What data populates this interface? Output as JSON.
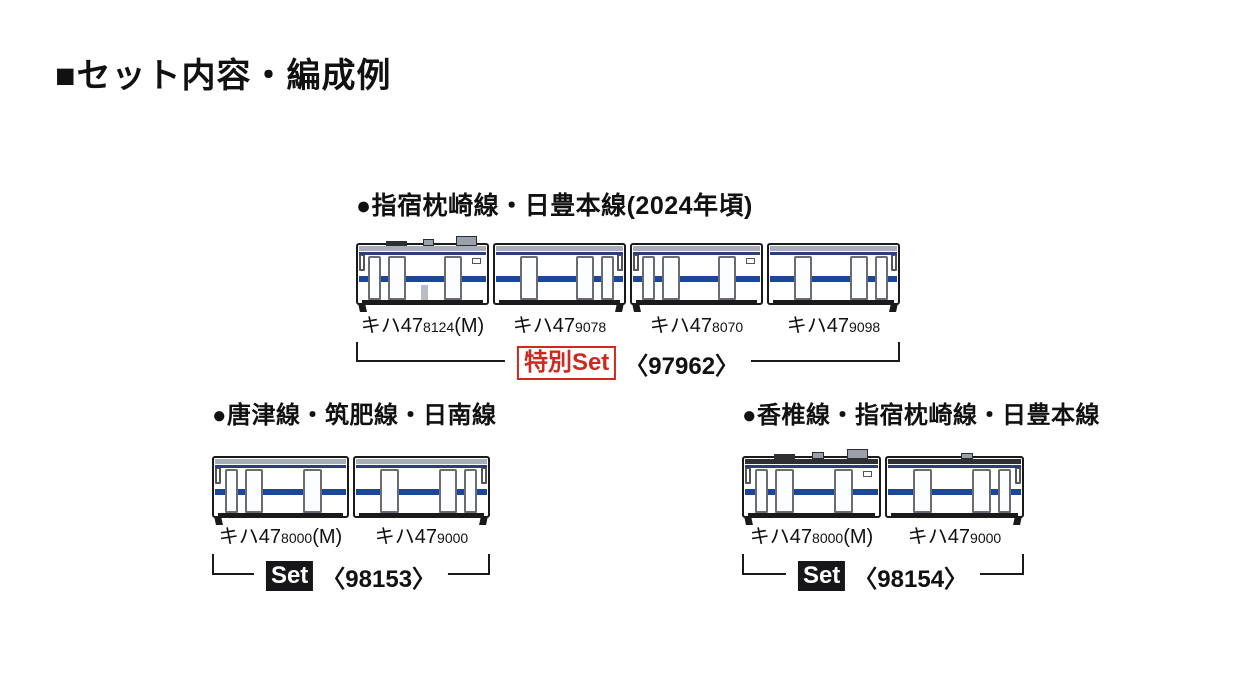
{
  "page": {
    "title": "■セット内容・編成例"
  },
  "sets": [
    {
      "line_title": "●指宿枕崎線・日豊本線(2024年頃)",
      "cars": [
        {
          "series": "キハ47",
          "number": "8124",
          "suffix": "(M)"
        },
        {
          "series": "キハ47",
          "number": "9078",
          "suffix": ""
        },
        {
          "series": "キハ47",
          "number": "8070",
          "suffix": ""
        },
        {
          "series": "キハ47",
          "number": "9098",
          "suffix": ""
        }
      ],
      "set_badge": "特別Set",
      "set_number": "〈97962〉"
    },
    {
      "line_title": "●唐津線・筑肥線・日南線",
      "cars": [
        {
          "series": "キハ47",
          "number": "8000",
          "suffix": "(M)"
        },
        {
          "series": "キハ47",
          "number": "9000",
          "suffix": ""
        }
      ],
      "set_badge": "Set",
      "set_number": "〈98153〉"
    },
    {
      "line_title": "●香椎線・指宿枕崎線・日豊本線",
      "cars": [
        {
          "series": "キハ47",
          "number": "8000",
          "suffix": "(M)"
        },
        {
          "series": "キハ47",
          "number": "9000",
          "suffix": ""
        }
      ],
      "set_badge": "Set",
      "set_number": "〈98154〉"
    }
  ],
  "colors": {
    "outline": "#1a1a1a",
    "roof-gray": "#a9adb5",
    "roof-box": "#9aa0aa",
    "navy-line": "#2a3f78",
    "blue-stripe": "#1c4796",
    "badge-red": "#cc2a1e",
    "badge-black": "#17171a",
    "text": "#111111"
  }
}
